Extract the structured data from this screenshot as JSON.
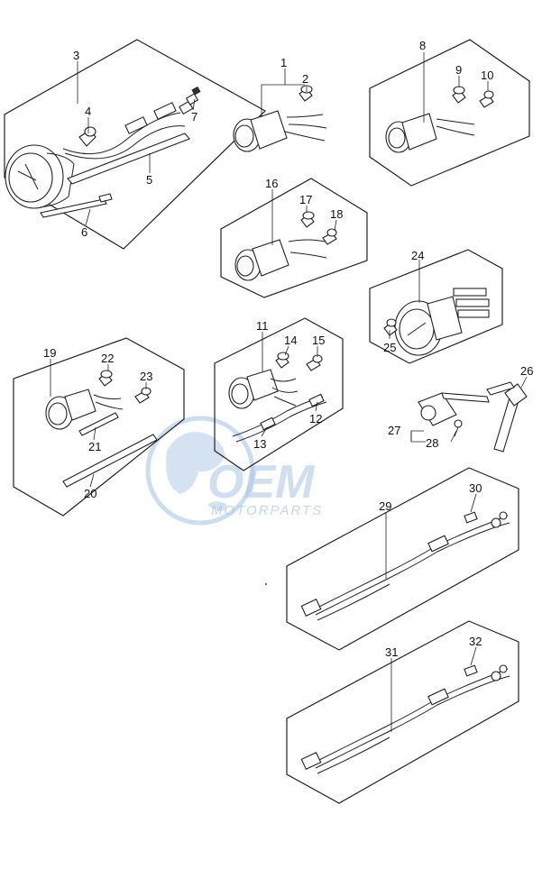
{
  "watermark": {
    "logo_text": "OEM",
    "sub_text": "MOTORPARTS",
    "color": "#a9c6e6"
  },
  "callouts": [
    "1",
    "2",
    "3",
    "4",
    "5",
    "6",
    "7",
    "8",
    "9",
    "10",
    "11",
    "12",
    "13",
    "14",
    "15",
    "16",
    "17",
    "18",
    "19",
    "20",
    "21",
    "22",
    "23",
    "24",
    "25",
    "26",
    "27",
    "28",
    "29",
    "30",
    "31",
    "32"
  ]
}
